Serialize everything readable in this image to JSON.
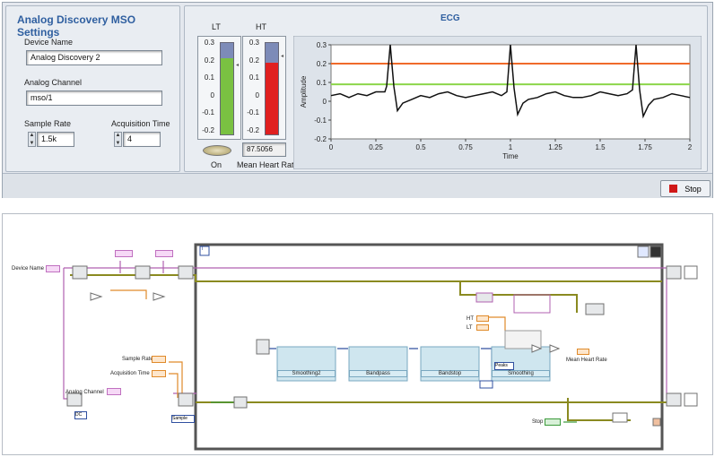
{
  "settings": {
    "title": "Analog Discovery MSO Settings",
    "device_name_label": "Device Name",
    "device_name_value": "Analog Discovery 2",
    "analog_channel_label": "Analog Channel",
    "analog_channel_value": "mso/1",
    "sample_rate_label": "Sample Rate",
    "sample_rate_value": "1.5k",
    "acq_time_label": "Acquisition Time",
    "acq_time_value": "4"
  },
  "meters": {
    "lt_label": "LT",
    "ht_label": "HT",
    "ticks": [
      "0.3",
      "0.2",
      "0.1",
      "0",
      "-0.1",
      "-0.2"
    ],
    "lt_level": 0.83,
    "ht_level": 0.78,
    "on_label": "On",
    "mean_hr_label": "Mean Heart Rate",
    "mean_hr_value": "87.5056"
  },
  "stop_label": "Stop",
  "colors": {
    "lt": "#7ac142",
    "ht": "#e02020",
    "threshold_top": "#f06a2a",
    "threshold_bottom": "#8cd64a",
    "accent": "#2f5fa0"
  },
  "chart_data": {
    "type": "line",
    "title": "ECG",
    "xlabel": "Time",
    "ylabel": "Amplitude",
    "xlim": [
      0,
      2
    ],
    "ylim": [
      -0.2,
      0.3
    ],
    "xticks": [
      "0",
      "0.25",
      "0.5",
      "0.75",
      "1",
      "1.25",
      "1.5",
      "1.75",
      "2"
    ],
    "yticks": [
      "0.3",
      "0.2",
      "0.1",
      "0",
      "-0.1",
      "-0.2"
    ],
    "thresholds": [
      0.2,
      0.09
    ],
    "x": [
      0,
      0.05,
      0.1,
      0.15,
      0.2,
      0.25,
      0.3,
      0.31,
      0.33,
      0.35,
      0.37,
      0.4,
      0.45,
      0.5,
      0.55,
      0.6,
      0.65,
      0.7,
      0.75,
      0.8,
      0.85,
      0.9,
      0.95,
      0.98,
      1.0,
      1.02,
      1.04,
      1.07,
      1.1,
      1.15,
      1.2,
      1.25,
      1.3,
      1.35,
      1.4,
      1.45,
      1.5,
      1.55,
      1.6,
      1.65,
      1.68,
      1.7,
      1.72,
      1.74,
      1.77,
      1.8,
      1.85,
      1.9,
      1.95,
      2.0
    ],
    "y": [
      0.03,
      0.04,
      0.02,
      0.04,
      0.03,
      0.05,
      0.05,
      0.08,
      0.3,
      0.08,
      -0.05,
      -0.01,
      0.01,
      0.03,
      0.02,
      0.04,
      0.05,
      0.03,
      0.02,
      0.03,
      0.04,
      0.05,
      0.03,
      0.05,
      0.3,
      0.07,
      -0.07,
      -0.01,
      0.01,
      0.02,
      0.04,
      0.05,
      0.03,
      0.02,
      0.02,
      0.03,
      0.05,
      0.04,
      0.03,
      0.04,
      0.06,
      0.3,
      0.06,
      -0.08,
      -0.02,
      0.01,
      0.02,
      0.04,
      0.03,
      0.02
    ]
  },
  "diagram": {
    "device_name": "Device Name",
    "analog_channel": "Analog Channel",
    "sample_rate": "Sample Rate",
    "acquisition_time": "Acquisition Time",
    "sample_ring": "Sample",
    "dc": "DC",
    "smoothing2": "Smoothing2",
    "bandpass": "Bandpass",
    "bandstop": "Bandstop",
    "smoothing": "Smoothing",
    "peaks": "Peaks",
    "ht": "HT",
    "lt": "LT",
    "mean_heart_rate": "Mean Heart Rate",
    "stop": "Stop",
    "iteration": "i"
  }
}
